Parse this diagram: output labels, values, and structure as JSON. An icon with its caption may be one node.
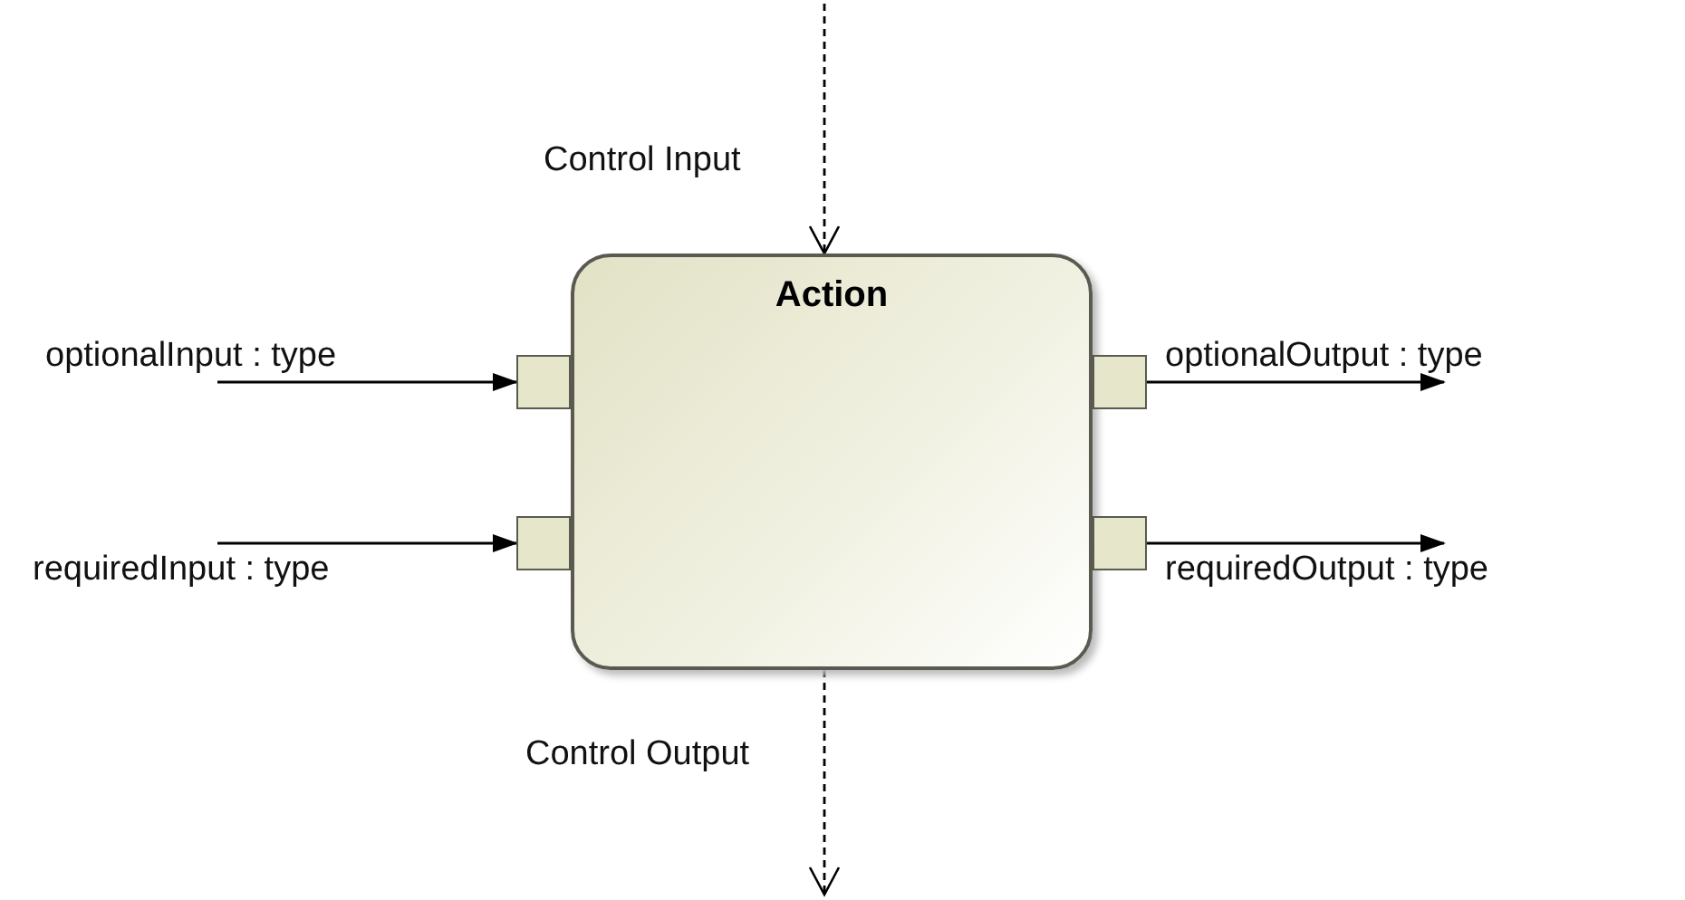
{
  "diagram": {
    "nodes": [
      {
        "text": [
          "Action"
        ]
      },
      {
        "text": [],
        "shape": "box"
      },
      {
        "text": [],
        "shape": "box"
      },
      {
        "text": [],
        "shape": "box"
      },
      {
        "text": [],
        "shape": "box"
      }
    ],
    "edges": [
      {
        "from": null,
        "to": 0,
        "arrow": "to",
        "style": "dashed",
        "label": "Control Input"
      },
      {
        "from": null,
        "to": 1,
        "arrow": "to",
        "label": "optionalInput : type"
      },
      {
        "from": null,
        "to": 2,
        "arrow": "to",
        "label": "requiredInput : type"
      },
      {
        "from": 3,
        "to": null,
        "arrow": "to",
        "label": "optionalOutput : type"
      },
      {
        "from": 4,
        "to": null,
        "arrow": "to",
        "label": "requiredOutput : type"
      },
      {
        "from": 0,
        "to": null,
        "arrow": "to",
        "style": "dashed",
        "label": "Control Output"
      }
    ]
  }
}
